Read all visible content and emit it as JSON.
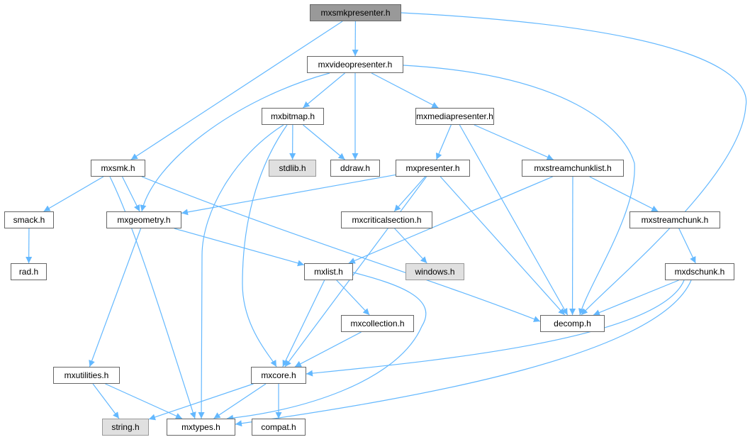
{
  "graph": {
    "title": "mxsmkpresenter.h",
    "nodes": [
      {
        "id": "mxsmkpresenter",
        "label": "mxsmkpresenter.h",
        "kind": "root"
      },
      {
        "id": "mxvideopresenter",
        "label": "mxvideopresenter.h",
        "kind": "file"
      },
      {
        "id": "mxbitmap",
        "label": "mxbitmap.h",
        "kind": "file"
      },
      {
        "id": "mxmediapresenter",
        "label": "mxmediapresenter.h",
        "kind": "file"
      },
      {
        "id": "mxsmk",
        "label": "mxsmk.h",
        "kind": "file"
      },
      {
        "id": "stdlib",
        "label": "stdlib.h",
        "kind": "ext"
      },
      {
        "id": "ddraw",
        "label": "ddraw.h",
        "kind": "file"
      },
      {
        "id": "mxpresenter",
        "label": "mxpresenter.h",
        "kind": "file"
      },
      {
        "id": "mxstreamchunklist",
        "label": "mxstreamchunklist.h",
        "kind": "file"
      },
      {
        "id": "smack",
        "label": "smack.h",
        "kind": "file"
      },
      {
        "id": "mxgeometry",
        "label": "mxgeometry.h",
        "kind": "file"
      },
      {
        "id": "mxcriticalsection",
        "label": "mxcriticalsection.h",
        "kind": "file"
      },
      {
        "id": "mxstreamchunk",
        "label": "mxstreamchunk.h",
        "kind": "file"
      },
      {
        "id": "rad",
        "label": "rad.h",
        "kind": "file"
      },
      {
        "id": "mxlist",
        "label": "mxlist.h",
        "kind": "file"
      },
      {
        "id": "windows",
        "label": "windows.h",
        "kind": "ext"
      },
      {
        "id": "mxdschunk",
        "label": "mxdschunk.h",
        "kind": "file"
      },
      {
        "id": "decomp",
        "label": "decomp.h",
        "kind": "file"
      },
      {
        "id": "mxcollection",
        "label": "mxcollection.h",
        "kind": "file"
      },
      {
        "id": "mxutilities",
        "label": "mxutilities.h",
        "kind": "file"
      },
      {
        "id": "mxcore",
        "label": "mxcore.h",
        "kind": "file"
      },
      {
        "id": "string",
        "label": "string.h",
        "kind": "ext"
      },
      {
        "id": "mxtypes",
        "label": "mxtypes.h",
        "kind": "file"
      },
      {
        "id": "compat",
        "label": "compat.h",
        "kind": "file"
      }
    ],
    "edges": [
      [
        "mxsmkpresenter",
        "mxvideopresenter"
      ],
      [
        "mxsmkpresenter",
        "mxsmk"
      ],
      [
        "mxsmkpresenter",
        "decomp"
      ],
      [
        "mxvideopresenter",
        "mxbitmap"
      ],
      [
        "mxvideopresenter",
        "ddraw"
      ],
      [
        "mxvideopresenter",
        "mxmediapresenter"
      ],
      [
        "mxvideopresenter",
        "mxgeometry"
      ],
      [
        "mxvideopresenter",
        "decomp"
      ],
      [
        "mxbitmap",
        "stdlib"
      ],
      [
        "mxbitmap",
        "ddraw"
      ],
      [
        "mxbitmap",
        "mxtypes"
      ],
      [
        "mxbitmap",
        "mxcore"
      ],
      [
        "mxmediapresenter",
        "mxpresenter"
      ],
      [
        "mxmediapresenter",
        "mxstreamchunklist"
      ],
      [
        "mxmediapresenter",
        "decomp"
      ],
      [
        "mxsmk",
        "smack"
      ],
      [
        "mxsmk",
        "mxgeometry"
      ],
      [
        "mxsmk",
        "mxtypes"
      ],
      [
        "mxsmk",
        "decomp"
      ],
      [
        "mxpresenter",
        "mxgeometry"
      ],
      [
        "mxpresenter",
        "mxcriticalsection"
      ],
      [
        "mxpresenter",
        "mxcore"
      ],
      [
        "mxpresenter",
        "decomp"
      ],
      [
        "mxstreamchunklist",
        "mxlist"
      ],
      [
        "mxstreamchunklist",
        "decomp"
      ],
      [
        "mxstreamchunklist",
        "mxstreamchunk"
      ],
      [
        "smack",
        "rad"
      ],
      [
        "mxgeometry",
        "mxlist"
      ],
      [
        "mxgeometry",
        "mxutilities"
      ],
      [
        "mxcriticalsection",
        "windows"
      ],
      [
        "mxstreamchunk",
        "mxdschunk"
      ],
      [
        "mxlist",
        "mxcore"
      ],
      [
        "mxlist",
        "mxcollection"
      ],
      [
        "mxlist",
        "mxtypes"
      ],
      [
        "mxdschunk",
        "decomp"
      ],
      [
        "mxdschunk",
        "mxcore"
      ],
      [
        "mxdschunk",
        "mxtypes"
      ],
      [
        "mxcollection",
        "mxcore"
      ],
      [
        "mxutilities",
        "string"
      ],
      [
        "mxutilities",
        "mxtypes"
      ],
      [
        "mxcore",
        "string"
      ],
      [
        "mxcore",
        "mxtypes"
      ],
      [
        "mxcore",
        "compat"
      ]
    ],
    "edge_color": "#63b8ff"
  }
}
